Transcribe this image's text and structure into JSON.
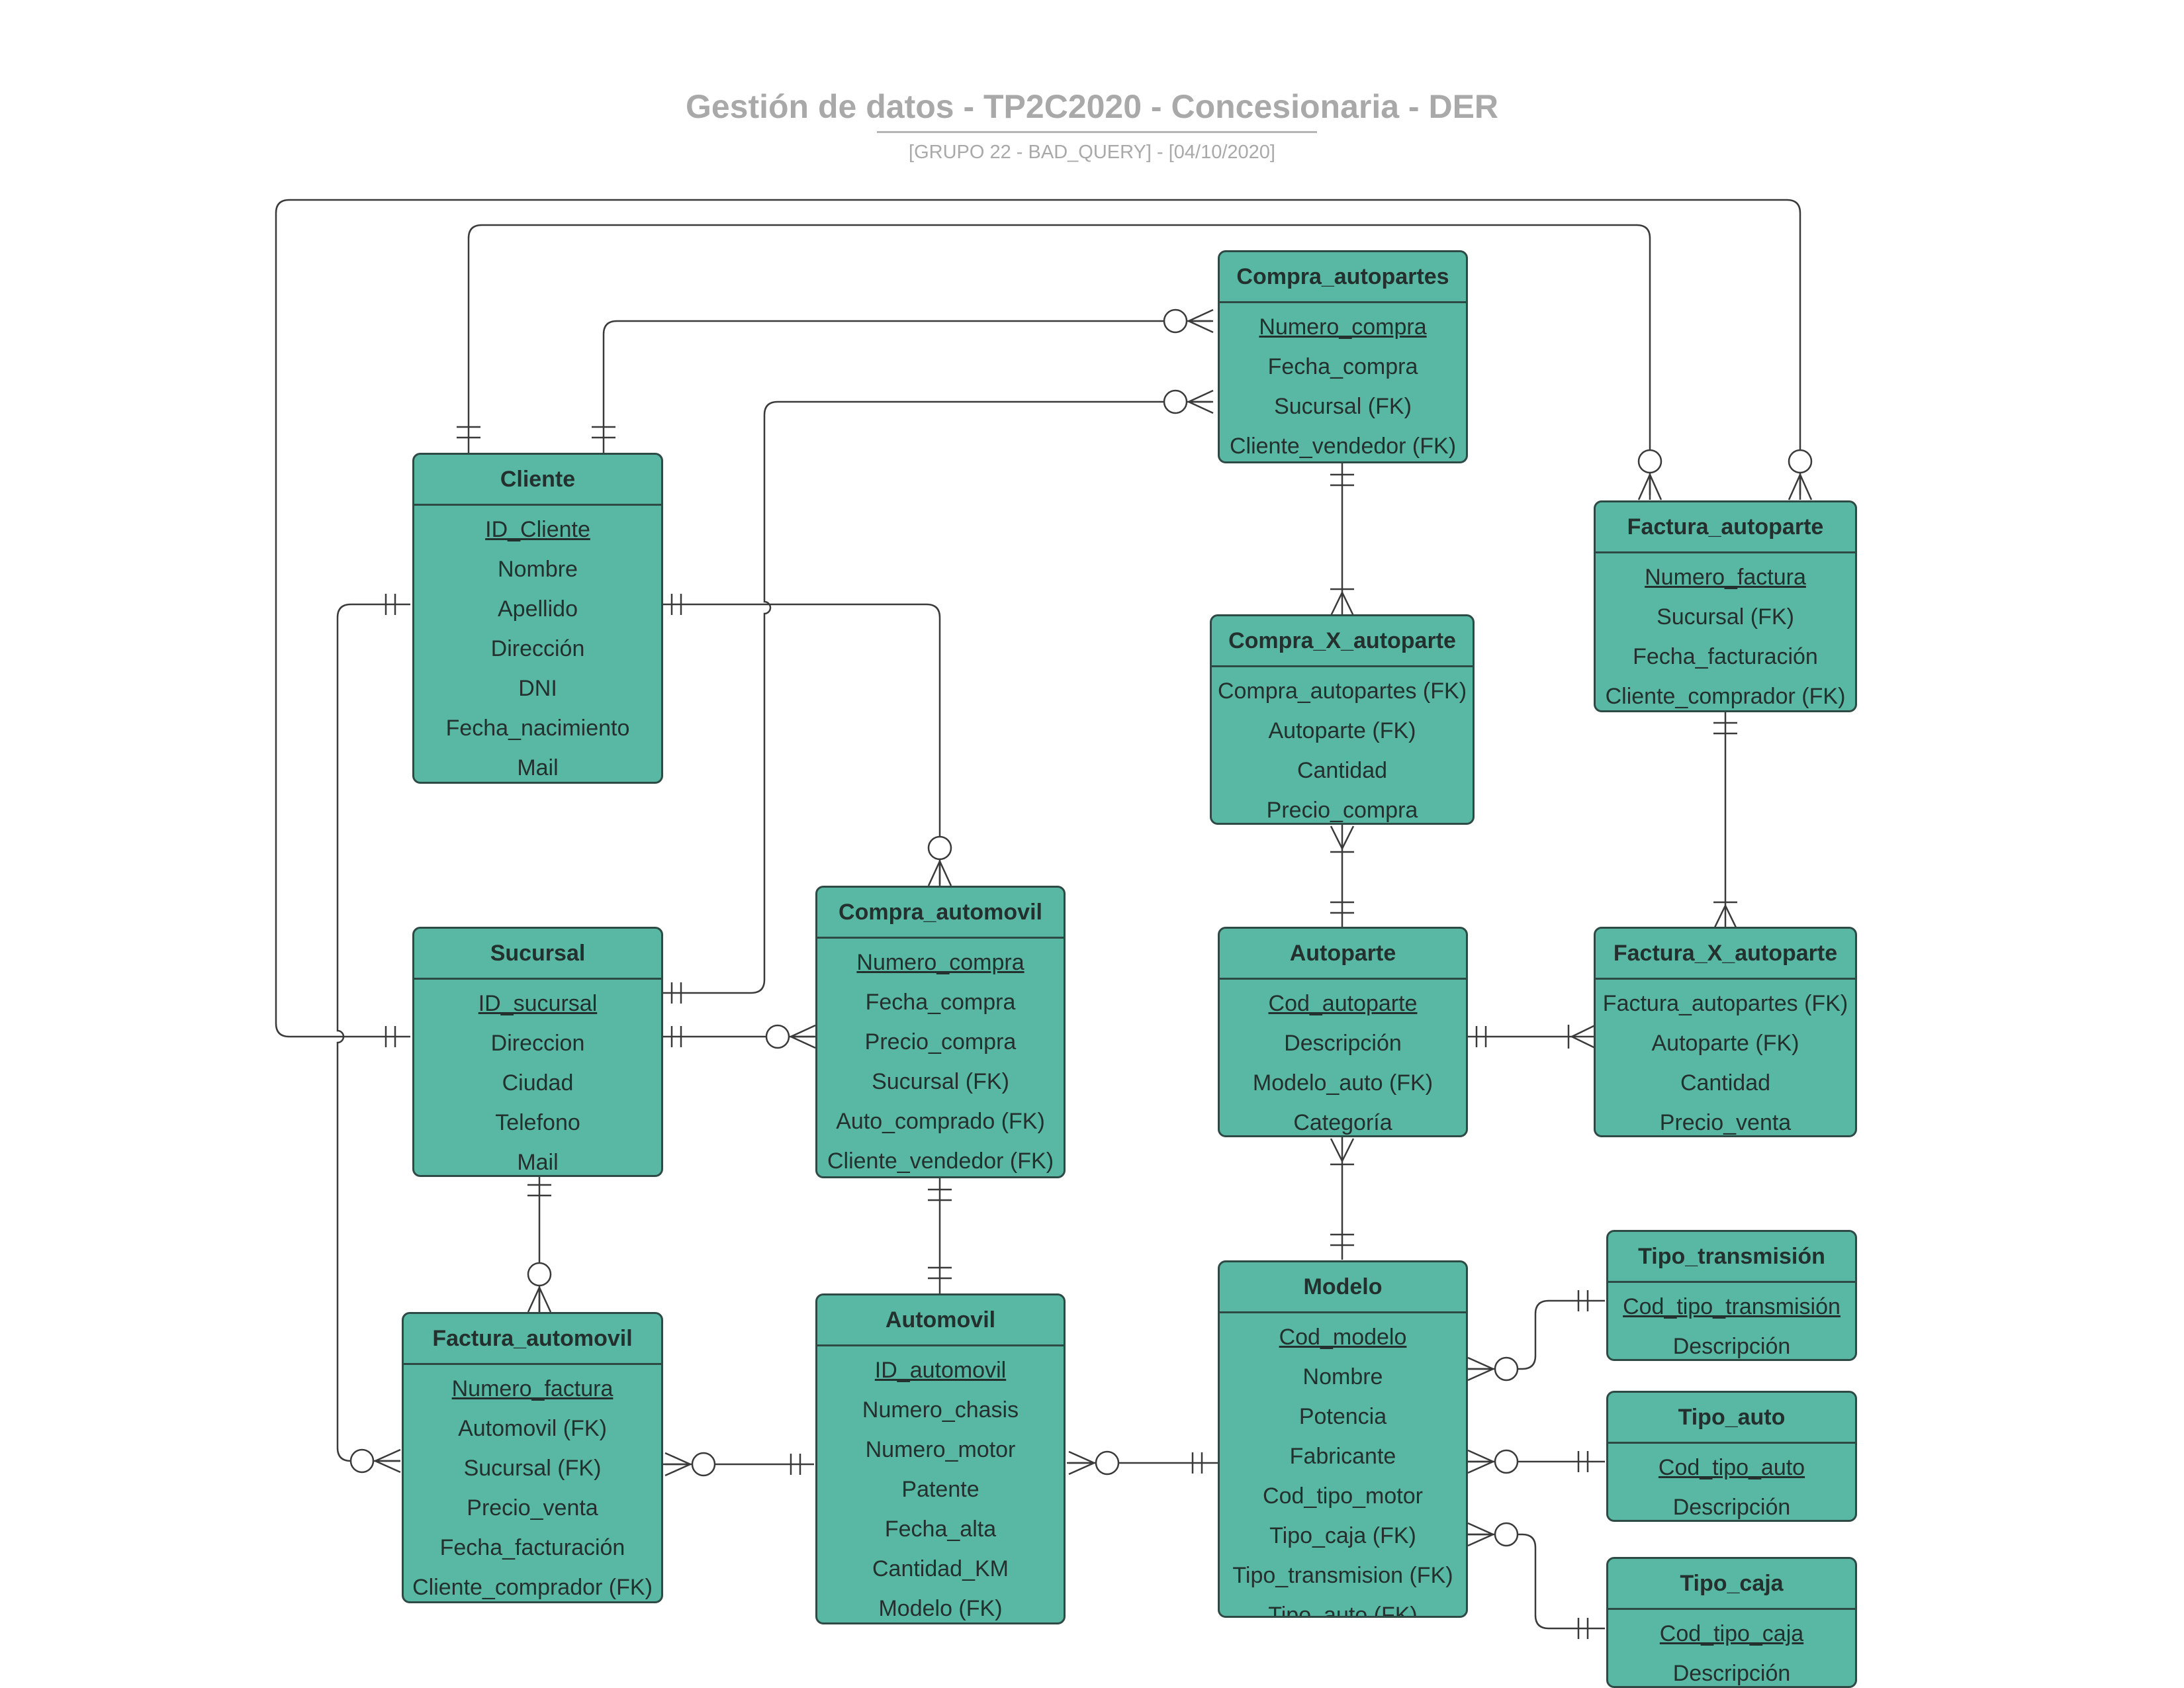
{
  "header": {
    "title": "Gestión de datos - TP2C2020 - Concesionaria - DER",
    "subtitle": "[GRUPO 22 - BAD_QUERY] - [04/10/2020]"
  },
  "colors": {
    "entity_fill": "#58b8a4",
    "entity_border": "#2e4a44",
    "line": "#3a3a3a",
    "title": "#a9a9a9"
  },
  "entities": {
    "compra_autopartes": {
      "name": "Compra_autopartes",
      "attrs": [
        "Numero_compra",
        "Fecha_compra",
        "Sucursal (FK)",
        "Cliente_vendedor (FK)"
      ]
    },
    "cliente": {
      "name": "Cliente",
      "attrs": [
        "ID_Cliente",
        "Nombre",
        "Apellido",
        "Dirección",
        "DNI",
        "Fecha_nacimiento",
        "Mail"
      ]
    },
    "factura_autoparte": {
      "name": "Factura_autoparte",
      "attrs": [
        "Numero_factura",
        "Sucursal (FK)",
        "Fecha_facturación",
        "Cliente_comprador (FK)"
      ]
    },
    "compra_x_autoparte": {
      "name": "Compra_X_autoparte",
      "attrs": [
        "Compra_autopartes (FK)",
        "Autoparte (FK)",
        "Cantidad",
        "Precio_compra"
      ]
    },
    "sucursal": {
      "name": "Sucursal",
      "attrs": [
        "ID_sucursal",
        "Direccion",
        "Ciudad",
        "Telefono",
        "Mail"
      ]
    },
    "compra_automovil": {
      "name": "Compra_automovil",
      "attrs": [
        "Numero_compra",
        "Fecha_compra",
        "Precio_compra",
        "Sucursal (FK)",
        "Auto_comprado (FK)",
        "Cliente_vendedor (FK)"
      ]
    },
    "autoparte": {
      "name": "Autoparte",
      "attrs": [
        "Cod_autoparte",
        "Descripción",
        "Modelo_auto (FK)",
        "Categoría"
      ]
    },
    "factura_x_autoparte": {
      "name": "Factura_X_autoparte",
      "attrs": [
        "Factura_autopartes (FK)",
        "Autoparte (FK)",
        "Cantidad",
        "Precio_venta"
      ]
    },
    "tipo_transmision": {
      "name": "Tipo_transmisión",
      "attrs": [
        "Cod_tipo_transmisión",
        "Descripción"
      ]
    },
    "factura_automovil": {
      "name": "Factura_automovil",
      "attrs": [
        "Numero_factura",
        "Automovil (FK)",
        "Sucursal (FK)",
        "Precio_venta",
        "Fecha_facturación",
        "Cliente_comprador (FK)"
      ]
    },
    "automovil": {
      "name": "Automovil",
      "attrs": [
        "ID_automovil",
        "Numero_chasis",
        "Numero_motor",
        "Patente",
        "Fecha_alta",
        "Cantidad_KM",
        "Modelo (FK)"
      ]
    },
    "modelo": {
      "name": "Modelo",
      "attrs": [
        "Cod_modelo",
        "Nombre",
        "Potencia",
        "Fabricante",
        "Cod_tipo_motor",
        "Tipo_caja (FK)",
        "Tipo_transmision (FK)",
        "Tipo_auto (FK)"
      ]
    },
    "tipo_auto": {
      "name": "Tipo_auto",
      "attrs": [
        "Cod_tipo_auto",
        "Descripción"
      ]
    },
    "tipo_caja": {
      "name": "Tipo_caja",
      "attrs": [
        "Cod_tipo_caja",
        "Descripción"
      ]
    }
  }
}
